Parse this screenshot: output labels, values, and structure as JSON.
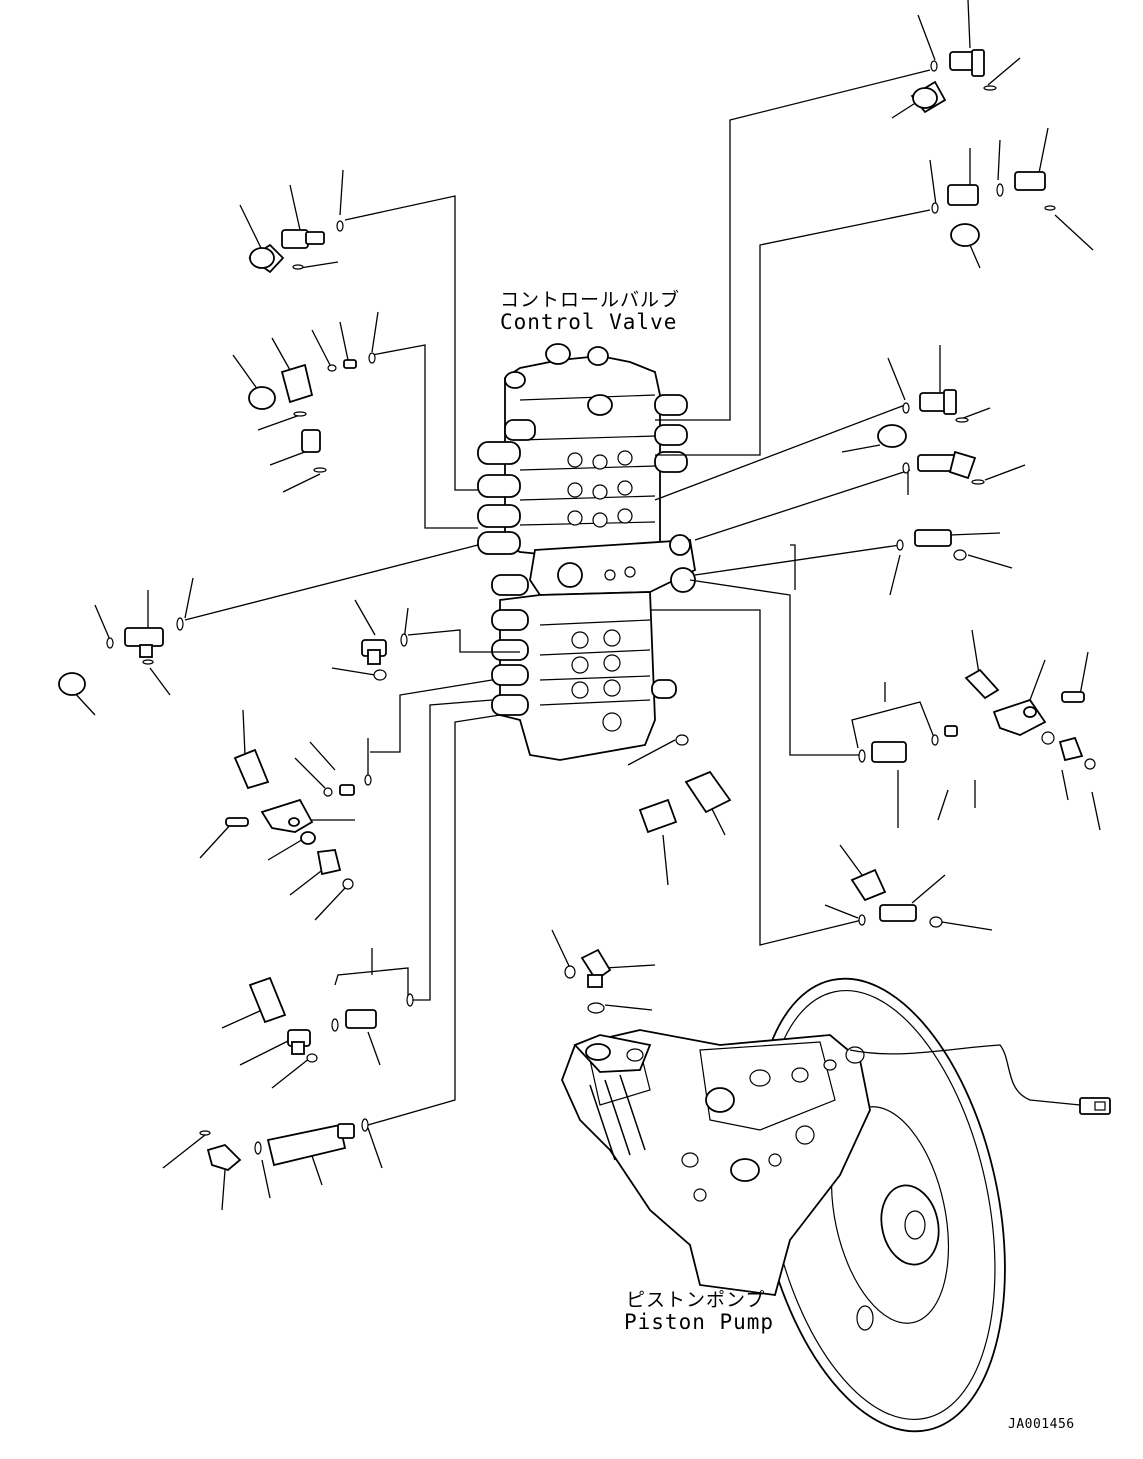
{
  "labels": {
    "control_valve_jp": "コントロールバルブ",
    "control_valve_en": "Control Valve",
    "piston_pump_jp": "ピストンポンプ",
    "piston_pump_en": "Piston Pump",
    "drawing_id": "JA001456"
  },
  "colors": {
    "ink": "#000000",
    "paper": "#ffffff"
  }
}
